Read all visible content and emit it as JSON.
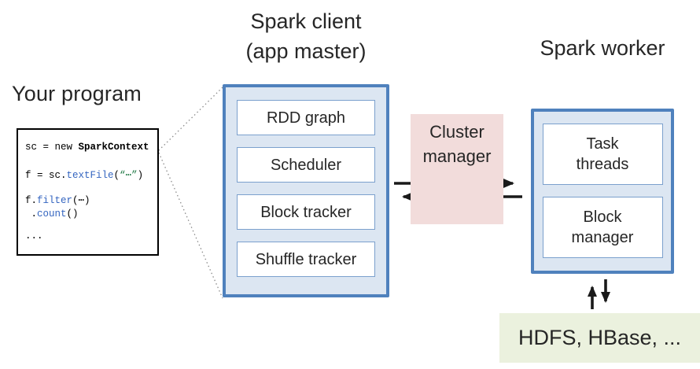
{
  "colors": {
    "client_fill": "#dce6f2",
    "client_border": "#4f81bd",
    "module_border": "#7ba0cd",
    "cluster_fill": "#f2dcdb",
    "hdfs_fill": "#ebf1de",
    "code_blue": "#3465c0",
    "code_green": "#217a46",
    "arrow": "#1a1a1a",
    "text": "#262626"
  },
  "your_program": {
    "title": "Your program",
    "code": {
      "line1": {
        "p1": "sc = new ",
        "p2": "SparkContext"
      },
      "line2": {
        "p1": "f = sc.",
        "p2": "textFile",
        "p3": "(",
        "p4": "“⋯”",
        "p5": ")"
      },
      "line3": {
        "p1": "f.",
        "p2": "filter",
        "p3": "(⋯)"
      },
      "line4": {
        "p1": " .",
        "p2": "count",
        "p3": "()"
      },
      "line5": {
        "p1": "..."
      }
    }
  },
  "spark_client": {
    "title": "Spark client\n(app master)",
    "modules": [
      "RDD graph",
      "Scheduler",
      "Block tracker",
      "Shuffle tracker"
    ]
  },
  "cluster_manager": {
    "label": "Cluster\nmanager"
  },
  "spark_worker": {
    "title": "Spark worker",
    "modules": [
      "Task\nthreads",
      "Block\nmanager"
    ]
  },
  "storage": {
    "label": "HDFS, HBase, ..."
  }
}
